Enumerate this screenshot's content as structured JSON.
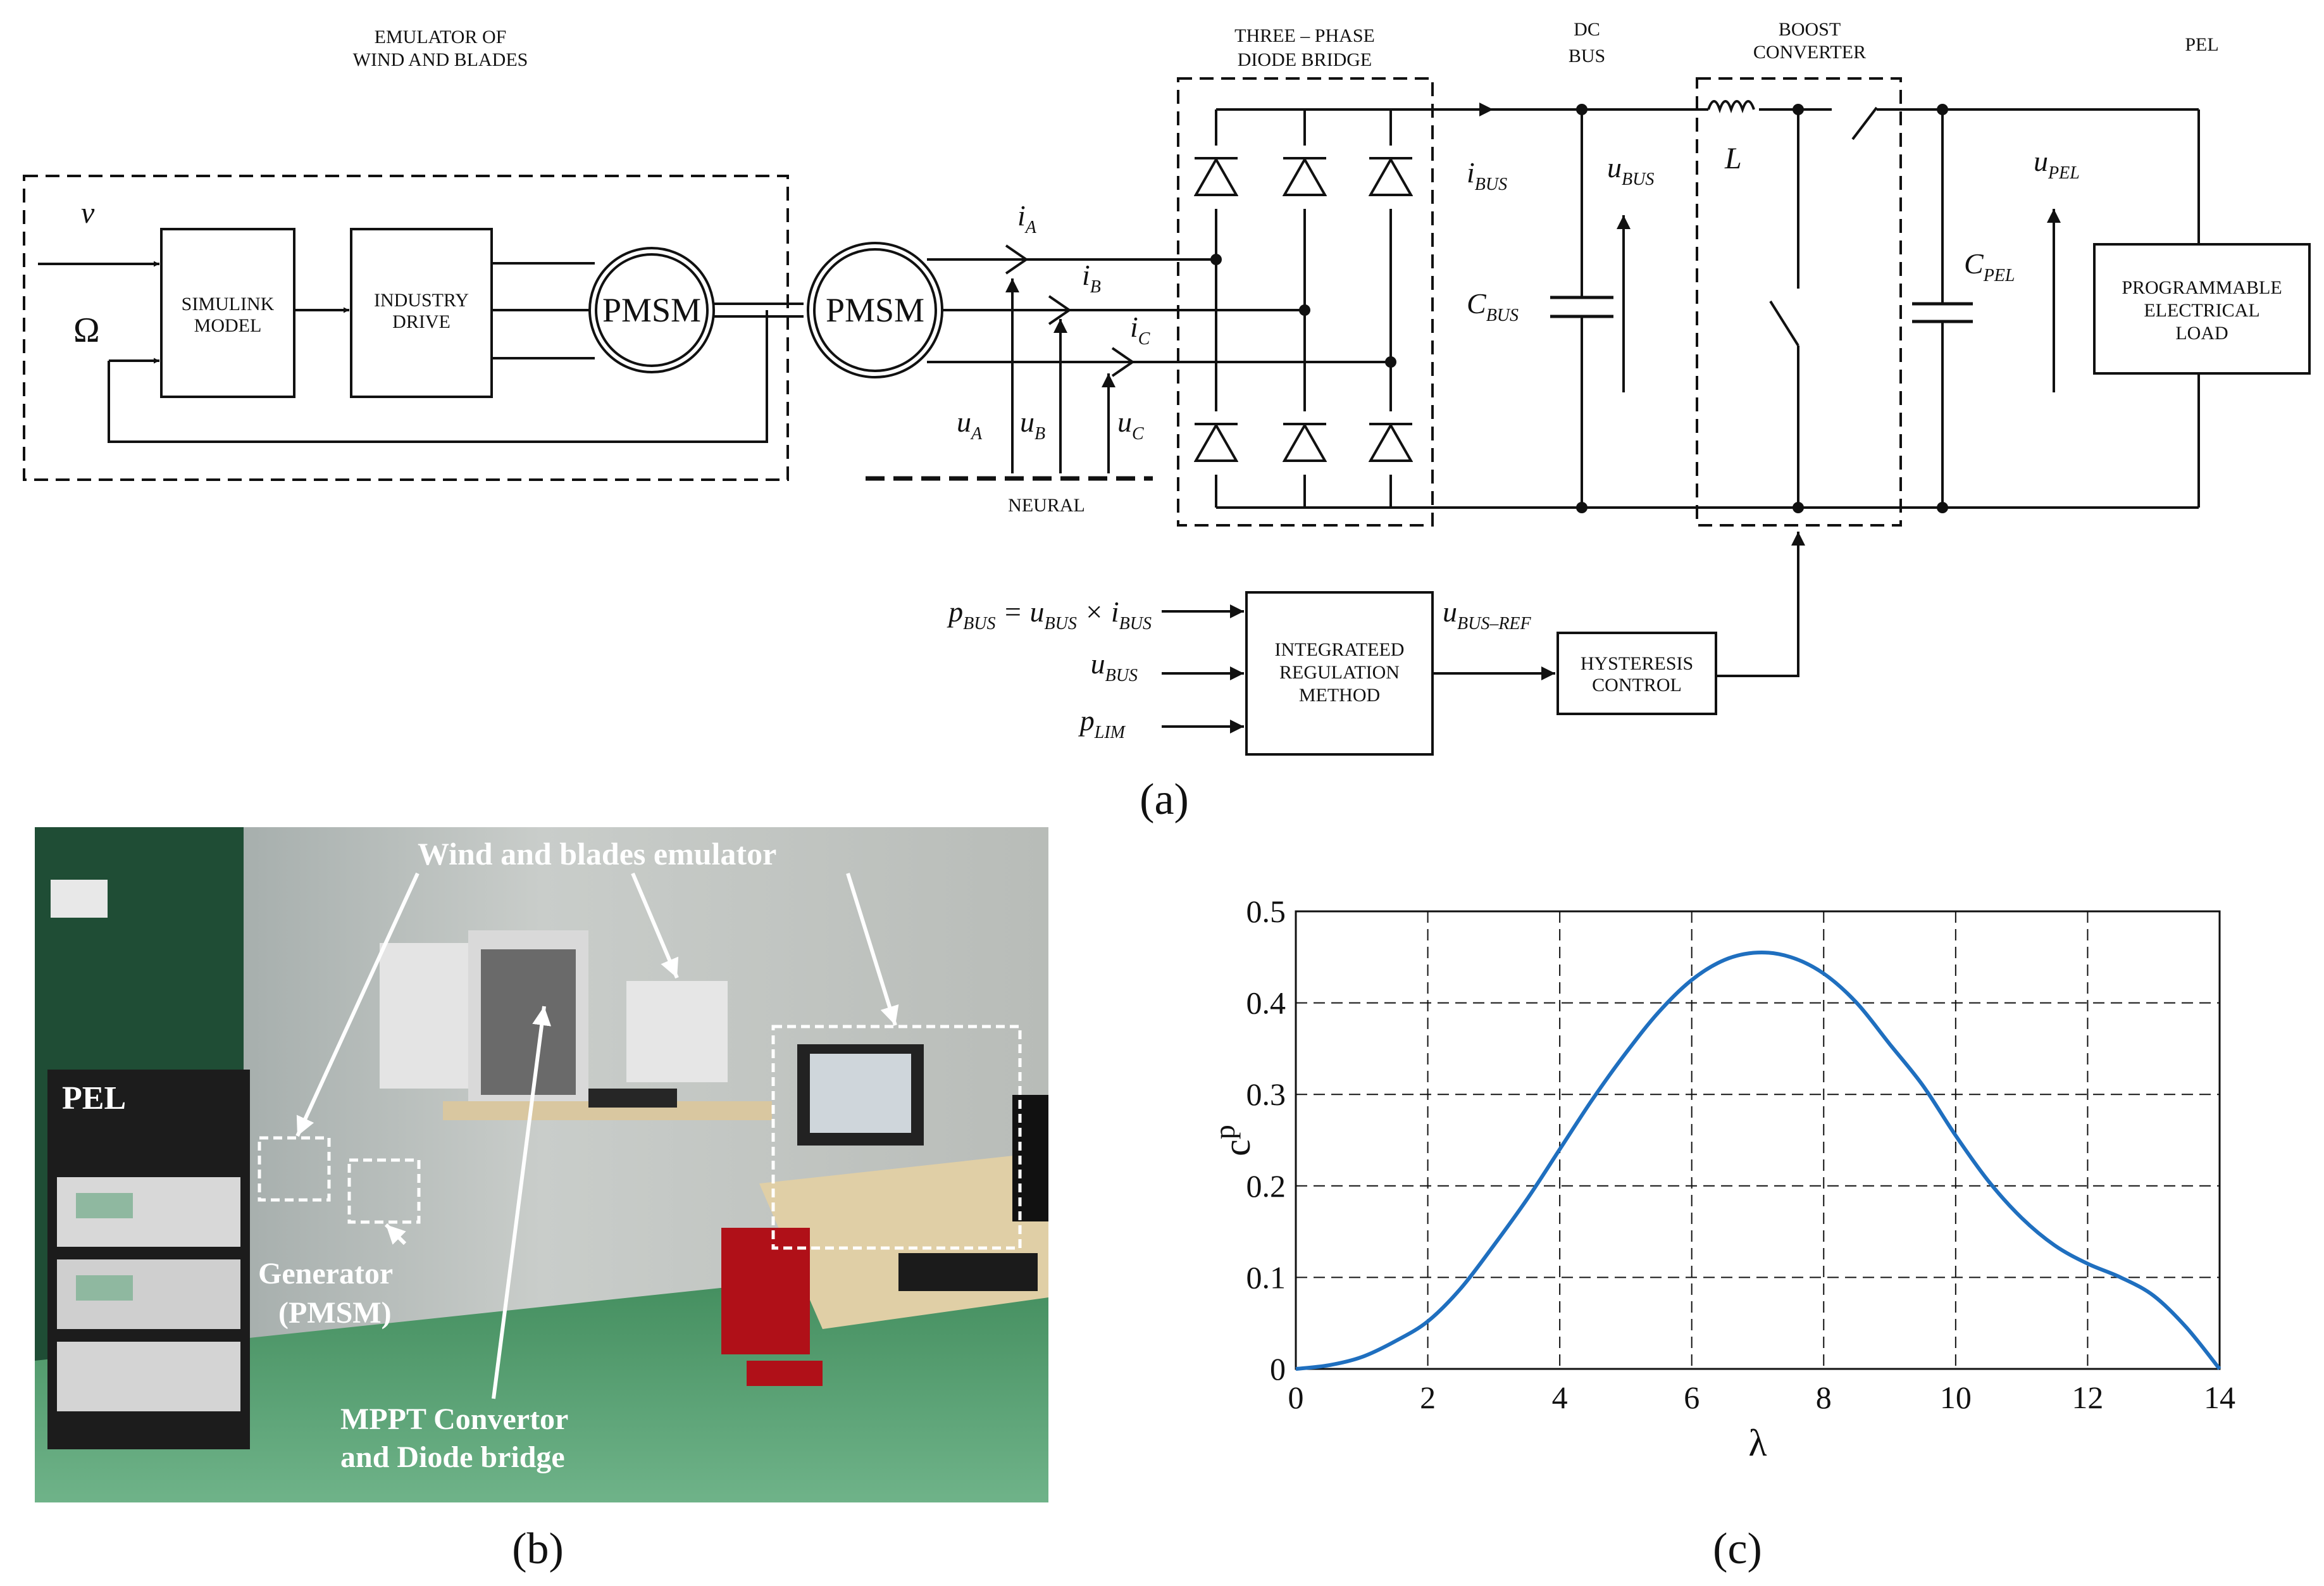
{
  "panel_a": {
    "emulator_title_1": "EMULATOR OF",
    "emulator_title_2": "WIND AND BLADES",
    "input_v": "v",
    "input_omega": "Ω",
    "simulink_1": "SIMULINK",
    "simulink_2": "MODEL",
    "industry_1": "INDUSTRY",
    "industry_2": "DRIVE",
    "pmsm_motor": "PMSM",
    "pmsm_generator": "PMSM",
    "i_a": "i",
    "i_a_sub": "A",
    "i_b": "i",
    "i_b_sub": "B",
    "i_c": "i",
    "i_c_sub": "C",
    "u_a": "u",
    "u_a_sub": "A",
    "u_b": "u",
    "u_b_sub": "B",
    "u_c": "u",
    "u_c_sub": "C",
    "neural": "NEURAL",
    "bridge_title_1": "THREE – PHASE",
    "bridge_title_2": "DIODE BRIDGE",
    "dc_bus_1": "DC",
    "dc_bus_2": "BUS",
    "boost_1": "BOOST",
    "boost_2": "CONVERTER",
    "pel_title": "PEL",
    "i_bus": "i",
    "i_bus_sub": "BUS",
    "u_bus": "u",
    "u_bus_sub": "BUS",
    "c_bus": "C",
    "c_bus_sub": "BUS",
    "inductor": "L",
    "u_pel": "u",
    "u_pel_sub": "PEL",
    "c_pel": "C",
    "c_pel_sub": "PEL",
    "load_1": "PROGRAMMABLE",
    "load_2": "ELECTRICAL",
    "load_3": "LOAD",
    "p_bus_eq": "p",
    "p_bus_eq_sub": "BUS",
    "p_bus_eq_rhs": " = u",
    "p_bus_eq_sub2": "BUS",
    "p_bus_eq_times": " × i",
    "p_bus_eq_sub3": "BUS",
    "in_u_bus": "u",
    "in_u_bus_sub": "BUS",
    "in_p_lim": "p",
    "in_p_lim_sub": "LIM",
    "u_bus_ref": "u",
    "u_bus_ref_sub": "BUS–REF",
    "regulation_1": "INTEGRATEED",
    "regulation_2": "REGULATION",
    "regulation_3": "METHOD",
    "hysteresis_1": "HYSTERESIS",
    "hysteresis_2": "CONTROL",
    "caption": "(a)"
  },
  "panel_b": {
    "label_emulator": "Wind and blades emulator",
    "label_pel": "PEL",
    "label_generator_1": "Generator",
    "label_generator_2": "(PMSM)",
    "label_mppt_1": "MPPT Convertor",
    "label_mppt_2": "and Diode bridge",
    "caption": "(b)"
  },
  "panel_c": {
    "caption": "(c)"
  },
  "chart_data": {
    "type": "line",
    "xlabel": "λ",
    "ylabel": "c",
    "ylabel_sub": "p",
    "xlim": [
      0,
      14
    ],
    "ylim": [
      0,
      0.5
    ],
    "xticks": [
      "0",
      "2",
      "4",
      "6",
      "8",
      "10",
      "12",
      "14"
    ],
    "yticks": [
      "0",
      "0.1",
      "0.2",
      "0.3",
      "0.4",
      "0.5"
    ],
    "grid": true,
    "line_color": "#1f6fbf",
    "series": [
      {
        "x": [
          0,
          0.5,
          1,
          1.5,
          2,
          2.5,
          3,
          3.5,
          4,
          4.5,
          5,
          5.5,
          6,
          6.5,
          7,
          7.5,
          8,
          8.5,
          9,
          9.5,
          10,
          10.5,
          11,
          11.5,
          12,
          12.5,
          13,
          13.5,
          14
        ],
        "values": [
          0,
          0.004,
          0.013,
          0.03,
          0.052,
          0.088,
          0.135,
          0.185,
          0.24,
          0.295,
          0.345,
          0.39,
          0.425,
          0.447,
          0.455,
          0.45,
          0.432,
          0.4,
          0.355,
          0.31,
          0.255,
          0.205,
          0.165,
          0.135,
          0.115,
          0.1,
          0.08,
          0.045,
          0
        ]
      }
    ]
  }
}
